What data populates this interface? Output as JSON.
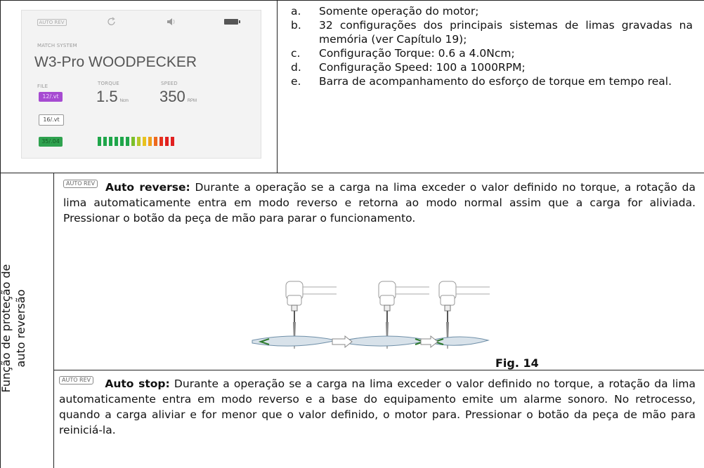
{
  "device_screen": {
    "auto_rev_icon_text": "AUTO REV",
    "match_label": "MATCH SYSTEM",
    "brand": "W3-Pro WOODPECKER",
    "file_label": "FILE",
    "torque_label": "TORQUE",
    "speed_label": "SPEED",
    "torque_value": "1.5",
    "torque_unit": "Ncm",
    "speed_value": "350",
    "speed_unit": "RPM",
    "files": [
      "12/.vt",
      "16/.vt",
      "35/.04"
    ],
    "torque_bar_colors": [
      "#1fa64a",
      "#1fa64a",
      "#1fa64a",
      "#1fa64a",
      "#1fa64a",
      "#1fa64a",
      "#7cbf2a",
      "#b7c82a",
      "#e8c21f",
      "#f0a11c",
      "#ee6a1e",
      "#e6311e",
      "#e12020",
      "#e12020"
    ]
  },
  "features": [
    {
      "marker": "a.",
      "text": "Somente operação do motor;"
    },
    {
      "marker": "b.",
      "text": "32 configurações dos principais sistemas de limas gravadas na memória (ver Capítulo 19);"
    },
    {
      "marker": "c.",
      "text": "Configuração Torque: 0.6 a 4.0Ncm;"
    },
    {
      "marker": "d.",
      "text": "Configuração Speed: 100 a 1000RPM;"
    },
    {
      "marker": "e.",
      "text": "Barra de acompanhamento do esforço de torque em tempo real."
    }
  ],
  "side_label": "Função de proteção de auto reversão",
  "auto_reverse": {
    "icon_text": "AUTO REV",
    "title": "Auto reverse:",
    "text": " Durante a operação se a carga na lima exceder o valor definido no torque, a rotação da lima automaticamente entra em modo reverso e retorna ao modo normal assim que a carga for aliviada. Pressionar o botão da peça de mão para parar o funcionamento."
  },
  "figure_label": "Fig. 14",
  "auto_stop": {
    "icon_text": "AUTO REV",
    "title": "Auto stop:",
    "text": " Durante a operação se a carga na lima exceder o valor definido no torque, a rotação da lima automaticamente entra em modo reverso e a base do equipamento emite um alarme sonoro. No retrocesso, quando a carga aliviar e for menor que o valor definido, o motor para. Pressionar o botão da peça de mão para reiniciá-la."
  }
}
